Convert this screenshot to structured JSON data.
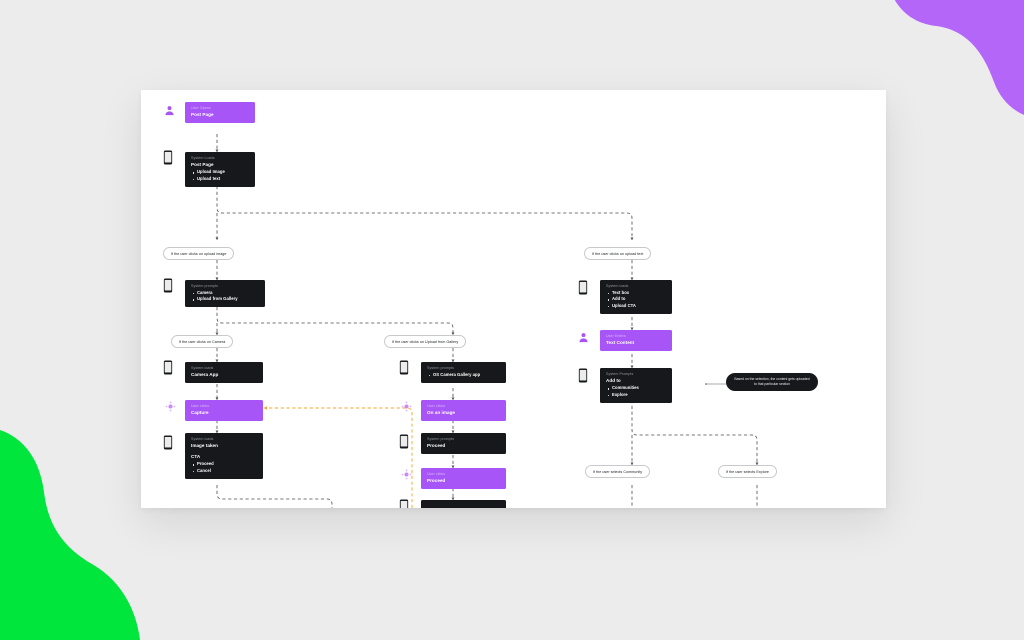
{
  "theme": {
    "page_background": "#ececec",
    "canvas_background": "#ffffff",
    "node_dark": "#16181c",
    "node_purple": "#a855f7",
    "accent_orange": "#f5a623",
    "blob_purple": "#b366f7",
    "blob_green": "#00e63c",
    "edge_gray": "#4a4d52"
  },
  "diagram": {
    "title": "post-upload-user-flow",
    "nodes": [
      {
        "id": "n1",
        "kicker": "User Opens",
        "title": "Post Page",
        "items": [],
        "style": "purple",
        "actor": "user-icon"
      },
      {
        "id": "n2",
        "kicker": "System Loads",
        "title": "Post Page",
        "items": [
          "Upload Image",
          "Upload text"
        ],
        "style": "dark",
        "actor": "phone-icon"
      },
      {
        "id": "n3",
        "kicker": "System prompts",
        "title": "",
        "items": [
          "Camera",
          "Upload from Gallery"
        ],
        "style": "dark",
        "actor": "phone-icon"
      },
      {
        "id": "n4",
        "kicker": "System loads",
        "title": "Camera App",
        "items": [],
        "style": "dark",
        "actor": "phone-icon"
      },
      {
        "id": "n5",
        "kicker": "User clicks",
        "title": "Capture",
        "items": [],
        "style": "purple",
        "actor": "tap-icon"
      },
      {
        "id": "n6",
        "kicker": "System loads",
        "title": "Image taken",
        "subtitle": "CTA",
        "items": [
          "Proceed",
          "Cancel"
        ],
        "style": "dark",
        "actor": "phone-icon"
      },
      {
        "id": "n7",
        "kicker": "System prompts",
        "title": "",
        "items": [
          "OS Camera Gallery app"
        ],
        "style": "dark",
        "actor": "phone-icon"
      },
      {
        "id": "n8",
        "kicker": "User clicks",
        "title": "On an image",
        "items": [],
        "style": "purple",
        "actor": "tap-icon"
      },
      {
        "id": "n9",
        "kicker": "System prompts",
        "title": "Proceed",
        "items": [],
        "style": "dark",
        "actor": "phone-icon"
      },
      {
        "id": "n10",
        "kicker": "User clicks",
        "title": "Proceed",
        "items": [],
        "style": "purple",
        "actor": "tap-icon"
      },
      {
        "id": "n11",
        "kicker": "",
        "title": "",
        "items": [],
        "style": "dark",
        "actor": "phone-icon"
      },
      {
        "id": "n12",
        "kicker": "System loads",
        "title": "",
        "items": [
          "Text box",
          "Add to",
          "Upload CTA"
        ],
        "style": "dark",
        "actor": "phone-icon"
      },
      {
        "id": "n13",
        "kicker": "User Enters",
        "title": "Text Content",
        "items": [],
        "style": "purple",
        "actor": "user-icon"
      },
      {
        "id": "n14",
        "kicker": "System Prompts",
        "title": "Add to",
        "items": [
          "Communities",
          "Explore"
        ],
        "style": "dark",
        "actor": "phone-icon"
      }
    ],
    "conditions": [
      {
        "id": "c1",
        "label": "If the user clicks on upload image"
      },
      {
        "id": "c2",
        "label": "If the user clicks on upload text"
      },
      {
        "id": "c3",
        "label": "If the user clicks on Camera"
      },
      {
        "id": "c4",
        "label": "If the user clicks on Upload from Gallery"
      },
      {
        "id": "c5",
        "label": "If the user selects Community"
      },
      {
        "id": "c6",
        "label": "If the user selects Explore"
      }
    ],
    "notes": [
      {
        "id": "note1",
        "text": "Based on  the selection, the content gets uploaded to that particular section"
      }
    ]
  }
}
